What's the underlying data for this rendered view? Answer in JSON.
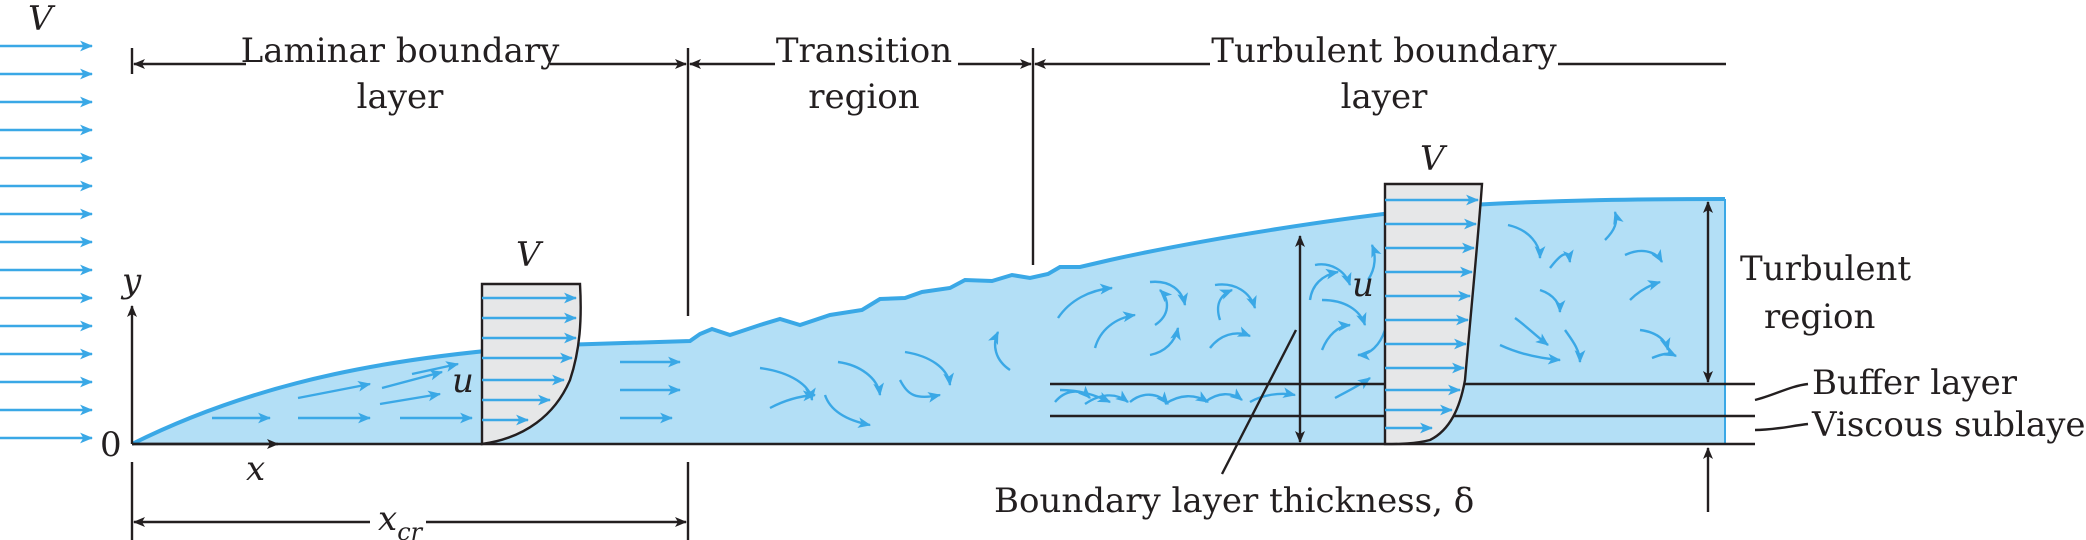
{
  "labels": {
    "freestream_v": "V",
    "laminar_line1": "Laminar boundary",
    "laminar_line2": "layer",
    "transition_line1": "Transition",
    "transition_line2": "region",
    "turbulent_line1": "Turbulent boundary",
    "turbulent_line2": "layer",
    "laminar_profile_v": "V",
    "laminar_profile_u": "u",
    "turbulent_profile_v": "V",
    "turbulent_profile_u": "u",
    "y_axis": "y",
    "x_axis": "x",
    "origin": "0",
    "xcr_main": "x",
    "xcr_sub": "cr",
    "turbulent_region_line1": "Turbulent",
    "turbulent_region_line2": "region",
    "buffer_layer": "Buffer layer",
    "viscous_sublayer": "Viscous sublayer",
    "boundary_thickness": "Boundary layer thickness, δ"
  },
  "colors": {
    "fluid_fill": "#b3dff6",
    "flow_lines": "#3aa8e6",
    "ink": "#231f20",
    "profile_fill": "#e6e7e8"
  }
}
